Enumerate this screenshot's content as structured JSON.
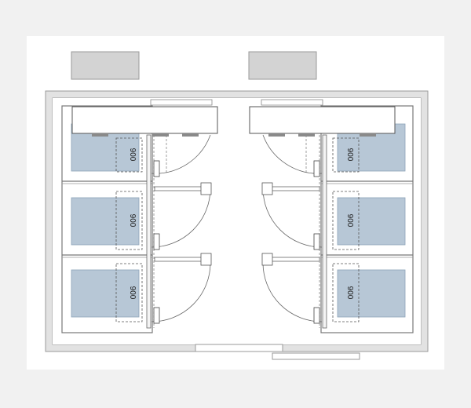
{
  "plan": {
    "dimension_label": "900",
    "colors": {
      "page_background": "#f1f1f1",
      "sheet": "#ffffff",
      "wall_fill": "#e2e2e2",
      "wall_line": "#9a9a9a",
      "line": "#555555",
      "bed_fill": "#b7c7d6",
      "bed_line": "#8ca3b8",
      "shelf_fill": "#d3d3d3",
      "counter_fill": "#ffffff",
      "grey_line": "#9a9a9a"
    },
    "left_column": {
      "rooms": [
        {
          "dimension": "900"
        },
        {
          "dimension": "900"
        },
        {
          "dimension": "900"
        }
      ]
    },
    "right_column": {
      "rooms": [
        {
          "dimension": "900"
        },
        {
          "dimension": "900"
        },
        {
          "dimension": "900"
        }
      ]
    }
  }
}
